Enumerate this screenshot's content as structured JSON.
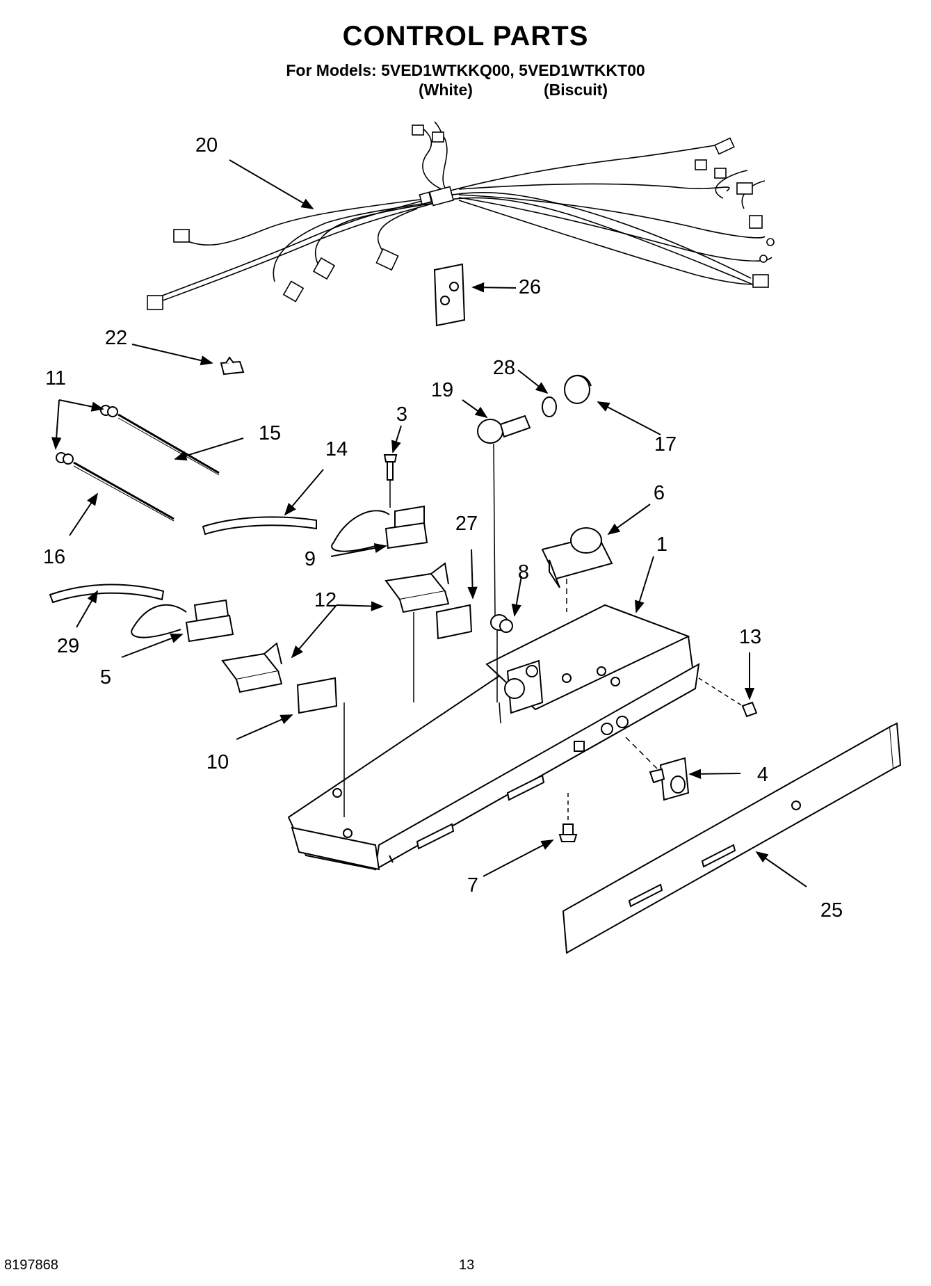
{
  "header": {
    "title": "CONTROL PARTS",
    "models_line": "For Models: 5VED1WTKKQ00, 5VED1WTKKT00",
    "variants": [
      "(White)",
      "(Biscuit)"
    ]
  },
  "callouts": [
    "20",
    "26",
    "22",
    "11",
    "15",
    "16",
    "14",
    "3",
    "9",
    "28",
    "19",
    "17",
    "6",
    "27",
    "1",
    "8",
    "12",
    "29",
    "5",
    "13",
    "10",
    "4",
    "7",
    "25"
  ],
  "footer": {
    "doc_number": "8197868",
    "page_number": "13"
  }
}
